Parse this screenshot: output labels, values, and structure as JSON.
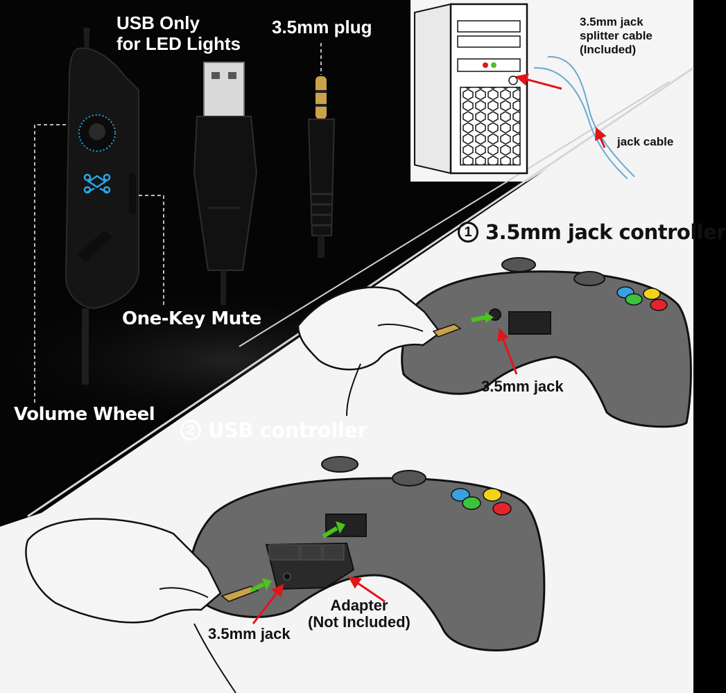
{
  "labels": {
    "usb_only_line1": "USB Only",
    "usb_only_line2": "for LED Lights",
    "plug_35": "3.5mm plug",
    "splitter_line1": "3.5mm jack",
    "splitter_line2": "splitter cable",
    "splitter_line3": "(Included)",
    "jack_cable": "jack cable",
    "one_key_mute": "One-Key Mute",
    "volume_wheel": "Volume Wheel",
    "jack_35_top": "3.5mm jack",
    "jack_35_bottom": "3.5mm jack",
    "adapter_line1": "Adapter",
    "adapter_line2": "(Not Included)"
  },
  "steps": [
    {
      "number": "1",
      "title": "3.5mm jack controller"
    },
    {
      "number": "2",
      "title": "USB controller"
    }
  ],
  "colors": {
    "background": "#050505",
    "light_panel": "#f4f4f4",
    "controller": "#6a6a6a",
    "arrow_red": "#e0161b",
    "arrow_green": "#4cc21f",
    "led_blue": "#2aa6e8",
    "btn_blue": "#3aa0e0",
    "btn_green": "#3cc23c",
    "btn_yellow": "#f2d21a",
    "btn_red": "#e3242b"
  },
  "icons": [
    "computer-tower-icon",
    "usb-plug-icon",
    "audio-plug-icon",
    "inline-controller-icon",
    "hand-icon",
    "gamepad-icon",
    "headset-adapter-icon"
  ]
}
